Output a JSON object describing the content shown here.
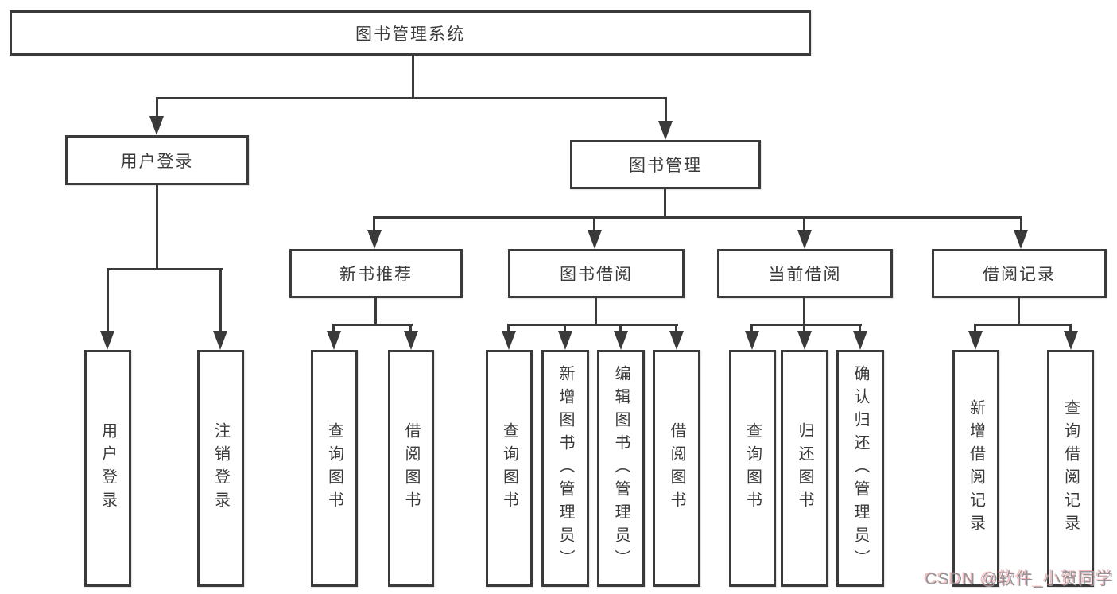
{
  "diagram": {
    "root": {
      "label": "图书管理系统"
    },
    "level2": [
      {
        "label": "用户登录"
      },
      {
        "label": "图书管理"
      }
    ],
    "level3": [
      {
        "label": "新书推荐"
      },
      {
        "label": "图书借阅"
      },
      {
        "label": "当前借阅"
      },
      {
        "label": "借阅记录"
      }
    ],
    "leaves": {
      "user_login": [
        "用户登录",
        "注销登录"
      ],
      "new_book": [
        "查询图书",
        "借阅图书"
      ],
      "book_borrow": [
        "查询图书",
        "新增图书（管理员）",
        "编辑图书（管理员）",
        "借阅图书"
      ],
      "current_borrow": [
        "查询图书",
        "归还图书",
        "确认归还（管理员）"
      ],
      "borrow_record": [
        "新增借阅记录",
        "查询借阅记录"
      ]
    },
    "colors": {
      "line": "#3a3a3a",
      "watermark_gray": "#93939b",
      "watermark_red": "#f08282"
    },
    "watermark": "CSDN @软件_小贺同学"
  }
}
